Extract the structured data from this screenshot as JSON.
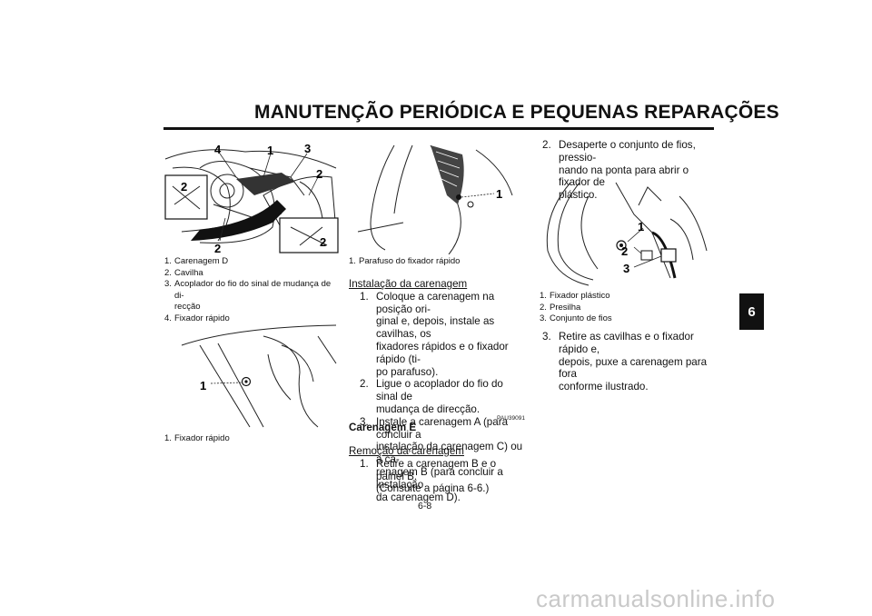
{
  "header": {
    "title": "MANUTENÇÃO PERIÓDICA E PEQUENAS REPARAÇÕES"
  },
  "chapter_tab": "6",
  "page_number": "6-8",
  "figures": {
    "fig1": {
      "callouts": [
        "4",
        "1",
        "3",
        "2",
        "2",
        "2",
        "2"
      ]
    },
    "fig2": {
      "callouts": [
        "1"
      ]
    },
    "fig3": {
      "callouts": [
        "1"
      ]
    },
    "fig4": {
      "callouts": [
        "1",
        "2",
        "3"
      ]
    }
  },
  "col1": {
    "caption1": [
      {
        "n": "1.",
        "text": "Carenagem D"
      },
      {
        "n": "2.",
        "text": "Cavilha"
      },
      {
        "n": "3.",
        "text": "Acoplador do fio do sinal de mudança de di-"
      },
      {
        "n": "",
        "text": "recção"
      },
      {
        "n": "4.",
        "text": "Fixador rápido"
      }
    ],
    "caption2": {
      "n": "1.",
      "text": "Fixador rápido"
    }
  },
  "col2": {
    "caption": {
      "n": "1.",
      "text": "Parafuso do fixador rápido"
    },
    "install_heading": "Instalação da carenagem",
    "install_steps": [
      {
        "n": "1.",
        "lines": [
          "Coloque a carenagem na posição ori-",
          "ginal e, depois, instale as cavilhas, os",
          "fixadores rápidos e o fixador rápido (ti-",
          "po parafuso)."
        ]
      },
      {
        "n": "2.",
        "lines": [
          "Ligue o acoplador do fio do sinal de",
          "mudança de direcção."
        ]
      },
      {
        "n": "3.",
        "lines": [
          "Instale a carenagem A (para concluir a",
          "instalação da carenagem C) ou a ca-",
          "renagem B (para concluir a instalação",
          "da carenagem D)."
        ]
      }
    ],
    "code": "PAU39091",
    "section_title": "Carenagem E",
    "removal_heading": "Remoção da carenagem",
    "removal_step1": {
      "n": "1.",
      "lines": [
        "Retire a carenagem B e o painel B.",
        "(Consulte a página 6-6.)"
      ]
    }
  },
  "col3": {
    "step2": {
      "n": "2.",
      "lines": [
        "Desaperte o conjunto de fios, pressio-",
        "nando na ponta para abrir o fixador de",
        "plástico."
      ]
    },
    "caption": [
      {
        "n": "1.",
        "text": "Fixador plástico"
      },
      {
        "n": "2.",
        "text": "Presilha"
      },
      {
        "n": "3.",
        "text": "Conjunto de fios"
      }
    ],
    "step3": {
      "n": "3.",
      "lines": [
        "Retire as cavilhas e o fixador rápido e,",
        "depois, puxe a carenagem para fora",
        "conforme ilustrado."
      ]
    }
  },
  "watermark": "carmanualsonline.info"
}
